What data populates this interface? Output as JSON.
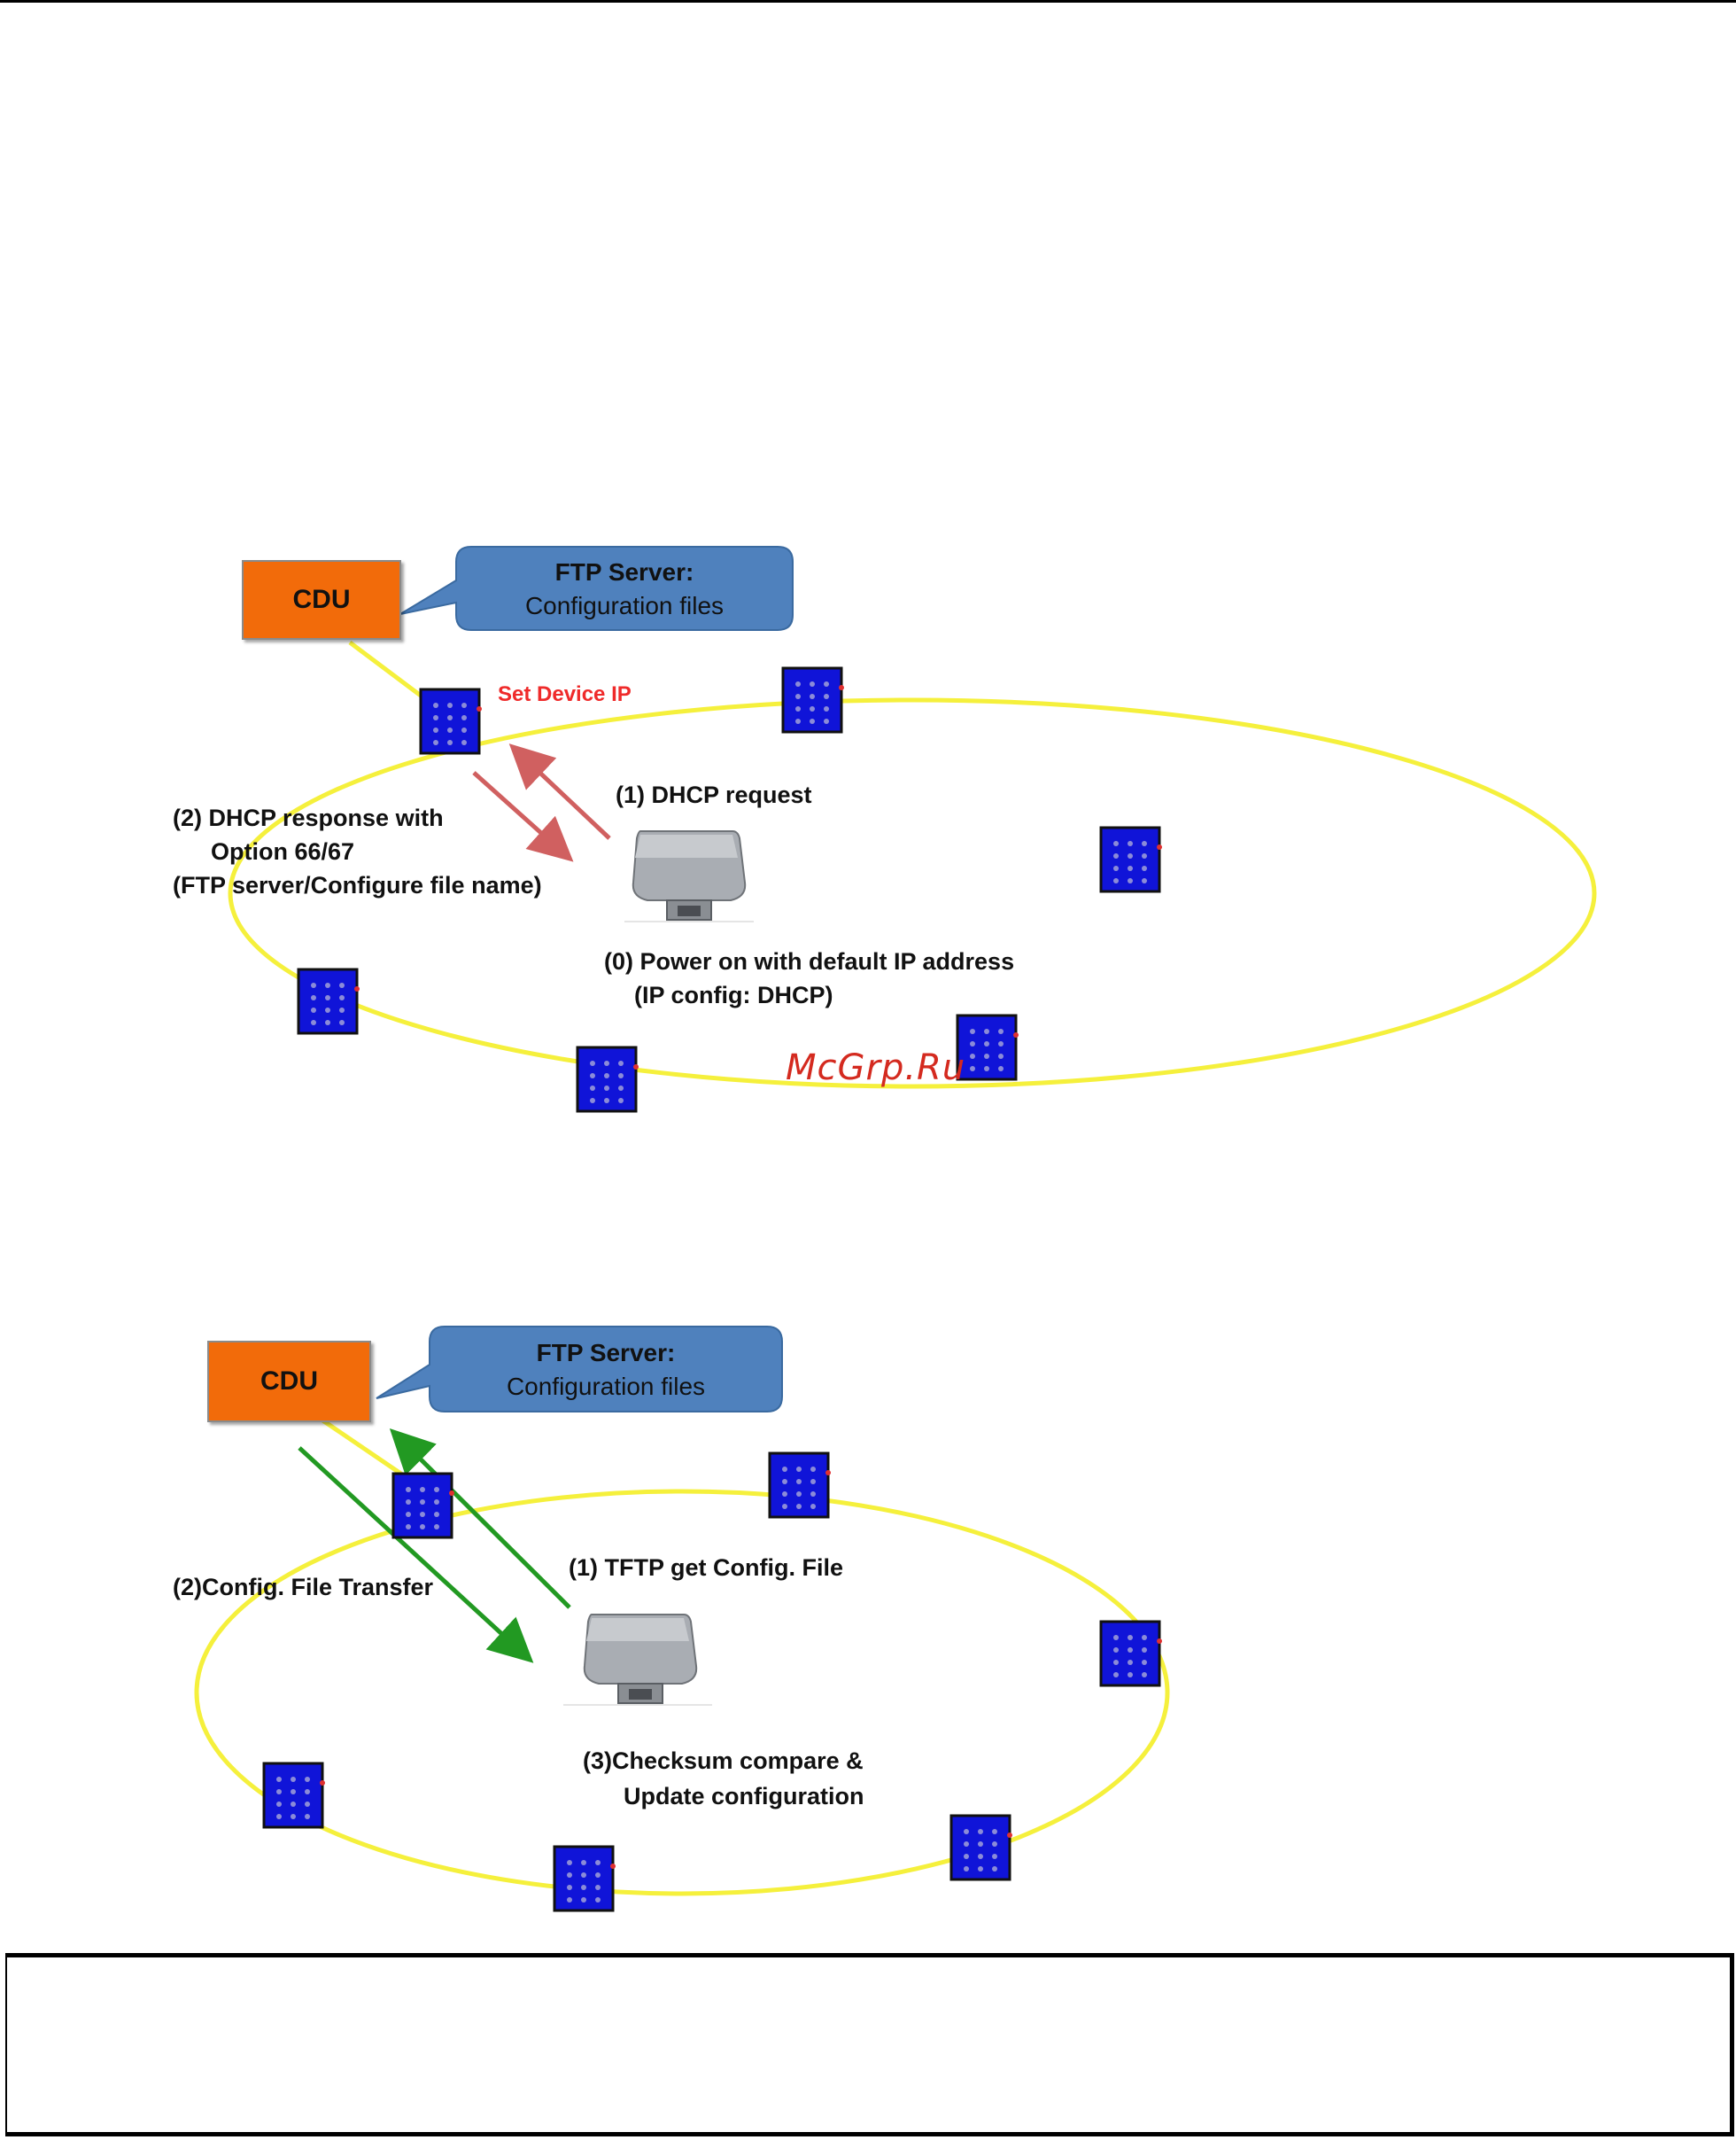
{
  "diagram1": {
    "cdu_label": "CDU",
    "callout_title": "FTP Server:",
    "callout_subtitle": "Configuration files",
    "set_device_ip": "Set Device IP",
    "step1": "(1) DHCP request",
    "step2_lines": [
      "(2) DHCP response with",
      "Option 66/67",
      "(FTP server/Configure file name)"
    ],
    "step0_lines": [
      "(0) Power on with default IP address",
      "(IP config: DHCP)"
    ]
  },
  "diagram2": {
    "cdu_label": "CDU",
    "callout_title": "FTP Server:",
    "callout_subtitle": "Configuration files",
    "step1": "(1) TFTP get Config. File",
    "step2": "(2)Config. File Transfer",
    "step3_lines": [
      "(3)Checksum compare &",
      "Update configuration"
    ]
  },
  "watermark": "McGrp.Ru",
  "colors": {
    "cdu": "#f26b0a",
    "callout": "#4f81bd",
    "ring": "#f5f03c",
    "device": "#1014d8",
    "arrow_red": "#d06060",
    "arrow_green": "#229922",
    "label_red": "#ef2a2a"
  }
}
